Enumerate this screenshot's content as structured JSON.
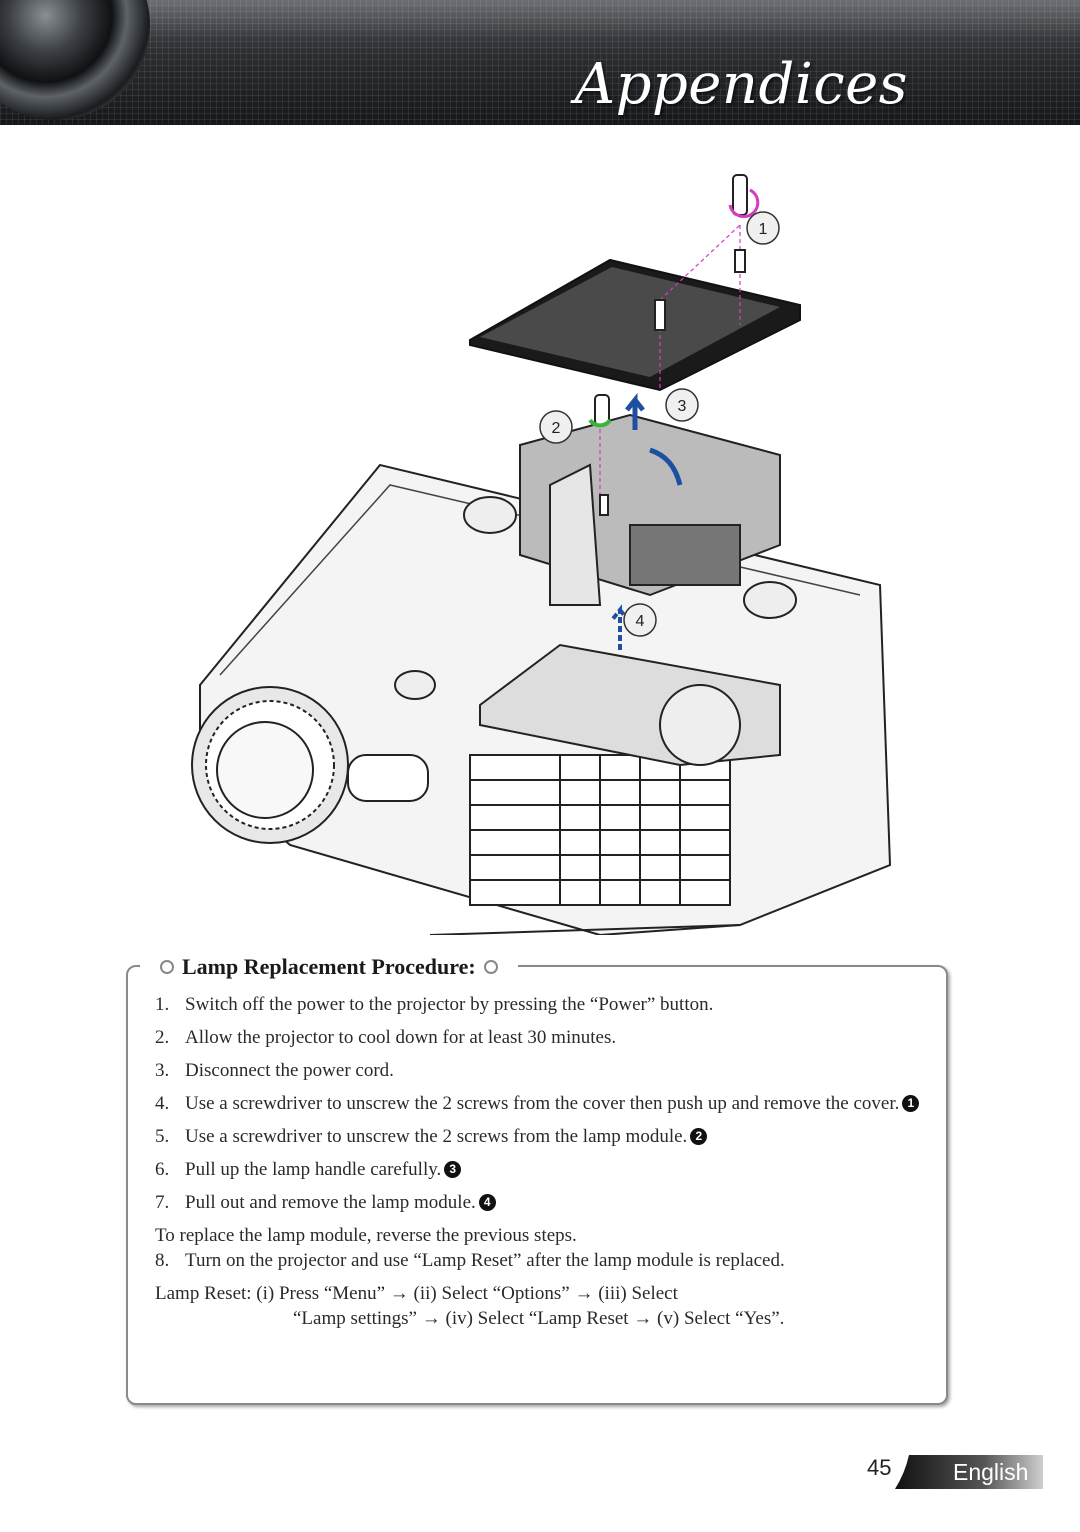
{
  "header": {
    "title": "Appendices"
  },
  "diagram": {
    "callouts": [
      "1",
      "2",
      "3",
      "4"
    ]
  },
  "procedure": {
    "title": "Lamp Replacement Procedure:",
    "steps": [
      {
        "num": "1.",
        "text": "Switch off the power to the projector by pressing the “Power” button."
      },
      {
        "num": "2.",
        "text": "Allow the projector to cool down for at least 30 minutes."
      },
      {
        "num": "3.",
        "text": "Disconnect the power cord."
      },
      {
        "num": "4.",
        "text": "Use a screwdriver to unscrew the 2 screws from the cover then push up and remove the cover.",
        "marker": "1"
      },
      {
        "num": "5.",
        "text": "Use a screwdriver to unscrew the 2 screws from the lamp module.",
        "marker": "2"
      },
      {
        "num": "6.",
        "text": "Pull up the lamp handle carefully.",
        "marker": "3"
      },
      {
        "num": "7.",
        "text": "Pull out and remove the lamp module.",
        "marker": "4"
      }
    ],
    "reverse_note": "To replace the lamp module, reverse the previous steps.",
    "step8": {
      "num": "8.",
      "text": "Turn on the projector and use “Lamp Reset” after the lamp module is replaced."
    },
    "reset_line1": "Lamp Reset: (i) Press “Menu” → (ii) Select “Options” → (iii) Select",
    "reset_line2": "“Lamp settings” → (iv) Select “Lamp Reset → (v) Select “Yes”."
  },
  "footer": {
    "page_number": "45",
    "language": "English"
  }
}
